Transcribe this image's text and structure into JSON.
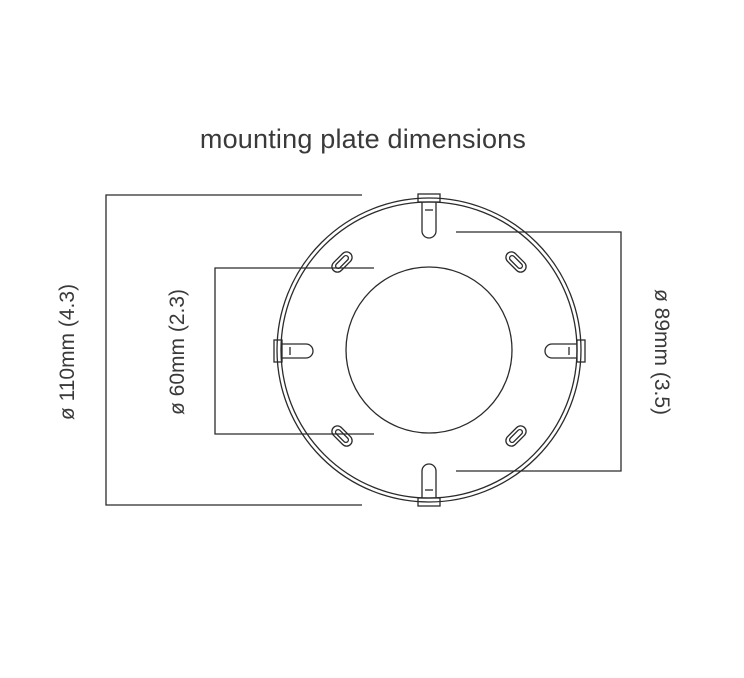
{
  "title": "mounting plate dimensions",
  "dimensions": {
    "outer": "ø 110mm (4.3)",
    "inner": "ø 60mm (2.3)",
    "hole_circle": "ø 89mm (3.5)"
  }
}
